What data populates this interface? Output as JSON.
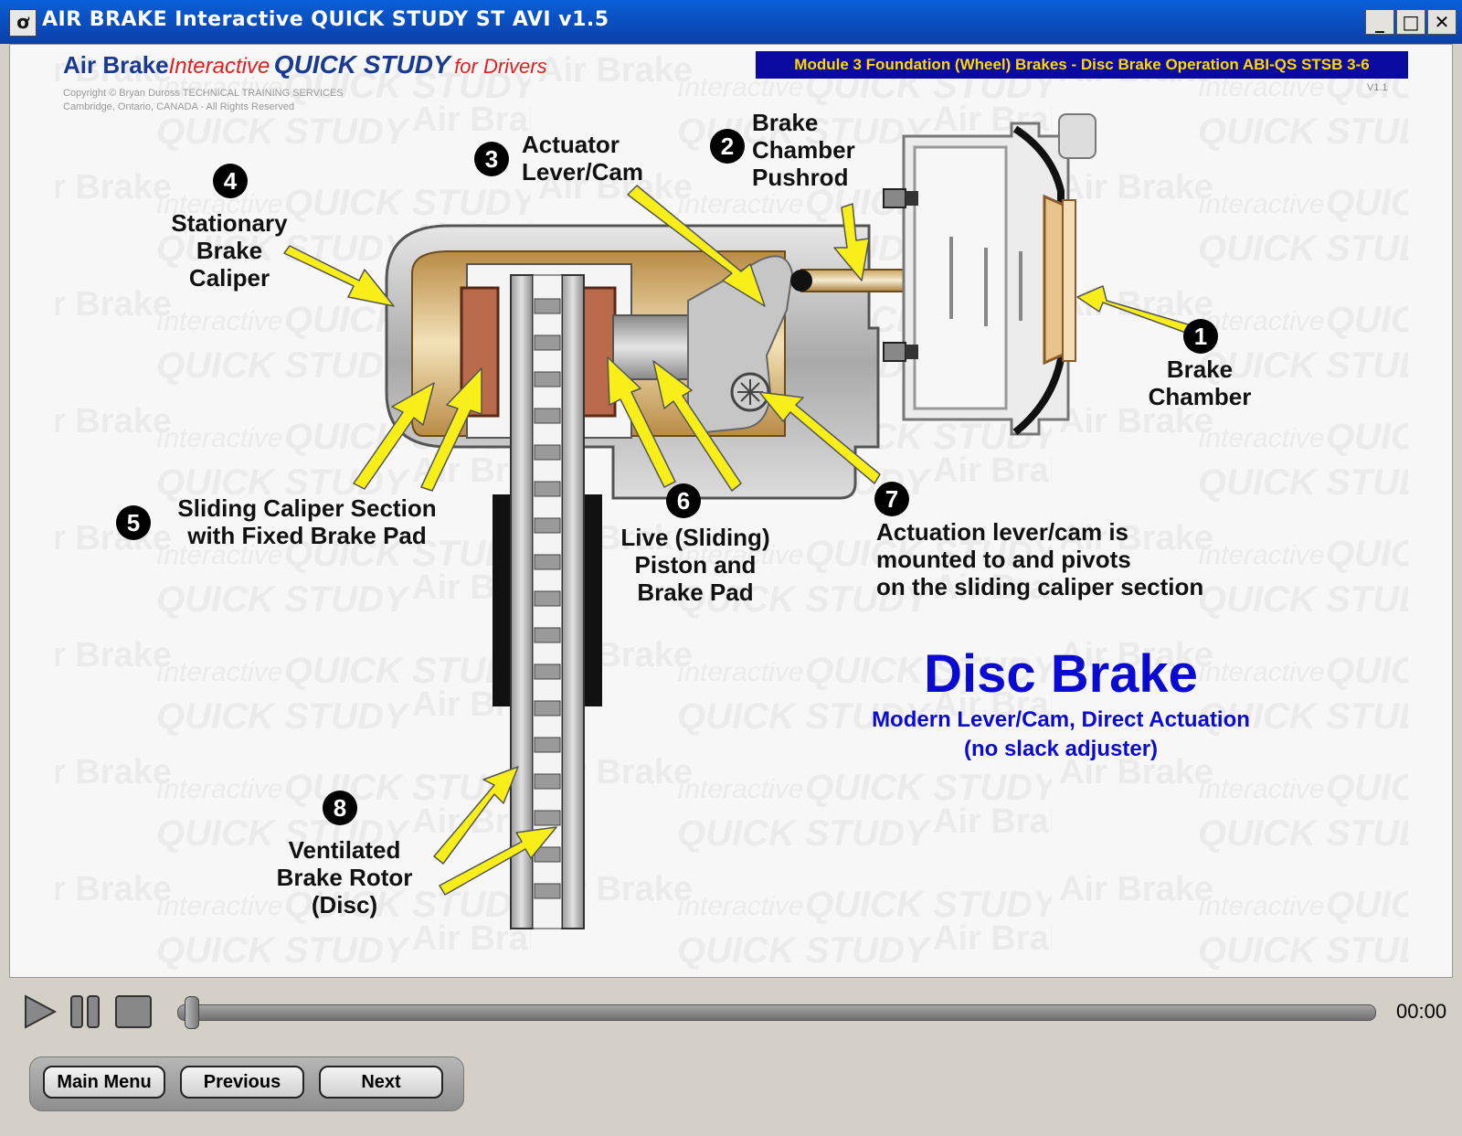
{
  "window": {
    "title": "AIR  BRAKE  Interactive  QUICK  STUDY  ST AVI v1.5",
    "minimize": "_",
    "maximize": "□",
    "close": "✕",
    "icon_glyph": "ơ"
  },
  "header": {
    "brand_air": "Air Brake",
    "brand_interactive": "Interactive",
    "brand_quick": "QUICK STUDY",
    "brand_for": "for Drivers",
    "copyright_1": "Copyright ©  Bryan Duross TECHNICAL TRAINING SERVICES",
    "copyright_2": "Cambridge, Ontario, CANADA - All Rights Reserved",
    "module": "Module 3  Foundation (Wheel) Brakes - Disc Brake Operation ABI-QS STSB 3-6",
    "version": "V1.1"
  },
  "labels": {
    "n1": "1",
    "l1a": "Brake",
    "l1b": "Chamber",
    "n2": "2",
    "l2a": "Brake",
    "l2b": "Chamber",
    "l2c": "Pushrod",
    "n3": "3",
    "l3a": "Actuator",
    "l3b": "Lever/Cam",
    "n4": "4",
    "l4a": "Stationary",
    "l4b": "Brake",
    "l4c": "Caliper",
    "n5": "5",
    "l5a": "Sliding Caliper Section",
    "l5b": "with Fixed Brake Pad",
    "n6": "6",
    "l6a": "Live (Sliding)",
    "l6b": "Piston and",
    "l6c": "Brake Pad",
    "n7": "7",
    "l7a": "Actuation lever/cam is",
    "l7b": "mounted to and pivots",
    "l7c": "on the sliding caliper section",
    "n8": "8",
    "l8a": "Ventilated",
    "l8b": "Brake Rotor",
    "l8c": "(Disc)"
  },
  "title": {
    "main": "Disc Brake",
    "sub1": "Modern Lever/Cam, Direct Actuation",
    "sub2": "(no slack adjuster)"
  },
  "player": {
    "time": "00:00",
    "progress": 0
  },
  "nav": {
    "main_menu": "Main Menu",
    "previous": "Previous",
    "next": "Next"
  },
  "colors": {
    "arrow": "#f7ee1a",
    "title_blue": "#0a0ad0",
    "module_bg": "#0a0aa0",
    "module_text": "#ffd800"
  }
}
